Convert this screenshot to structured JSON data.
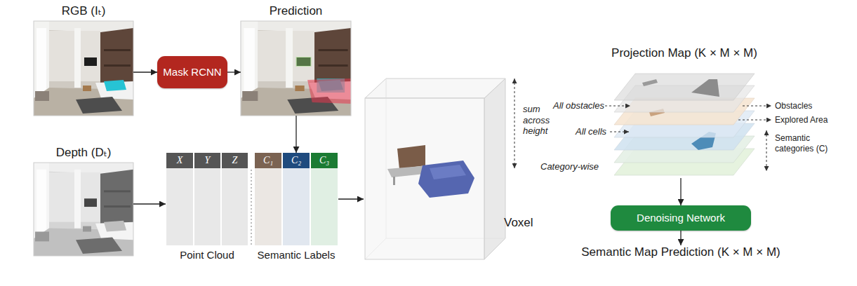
{
  "diagram": {
    "nodes": [
      {
        "text": [
          "RGB (Iₜ)"
        ]
      },
      {
        "text": [
          "Mask RCNN"
        ]
      },
      {
        "text": [
          "Prediction"
        ]
      },
      {
        "text": [
          "Depth (Dₜ)"
        ]
      },
      {
        "text": [
          "Point Cloud"
        ]
      },
      {
        "text": [
          "Semantic Labels"
        ]
      },
      {
        "text": [
          "Voxel"
        ]
      },
      {
        "text": [
          "Projection Map (K × M × M)"
        ]
      },
      {
        "text": [
          "Denoising Network"
        ]
      },
      {
        "text": [
          "Semantic Map Prediction (K × M × M)"
        ]
      }
    ],
    "edges": [
      {
        "from": 0,
        "to": 1,
        "arrow": "to"
      },
      {
        "from": 1,
        "to": 2,
        "arrow": "to"
      },
      {
        "from": 2,
        "to": 5,
        "arrow": "to"
      },
      {
        "from": 3,
        "to": 4,
        "arrow": "to"
      },
      {
        "from": 5,
        "to": 6,
        "arrow": "to"
      },
      {
        "from": 7,
        "to": 8,
        "arrow": "to"
      },
      {
        "from": 8,
        "to": 9,
        "arrow": "to"
      }
    ],
    "labels": [
      "X",
      "Y",
      "Z",
      "C₁",
      "C₂",
      "C₃",
      "sum across height",
      "All obstacles",
      "All cells",
      "Category-wise",
      "Obstacles",
      "Explored Area",
      "Semantic categories (C)"
    ]
  }
}
